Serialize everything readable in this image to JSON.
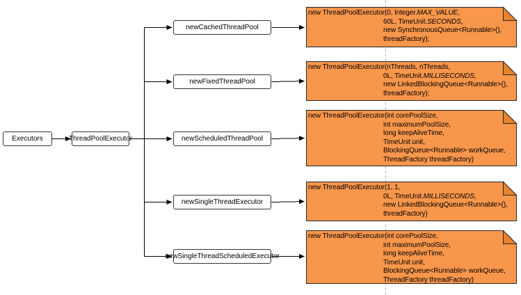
{
  "diagram": {
    "nodes": {
      "root": {
        "label": "Executors"
      },
      "class": {
        "label": "ThreadPoolExecutor"
      },
      "methods": [
        {
          "label": "newCachedThreadPool"
        },
        {
          "label": "newFixedThreadPool"
        },
        {
          "label": "newScheduledThreadPool"
        },
        {
          "label": "newSingleThreadExecutor"
        },
        {
          "label": "newSingleThreadScheduledExecutor"
        }
      ]
    },
    "notes": [
      {
        "lines": [
          [
            "new ThreadPoolExecutor(0, Integer.",
            {
              "t": "MAX_VALUE",
              "i": true
            },
            ","
          ],
          [
            "60L, TimeUnit.",
            {
              "t": "SECONDS",
              "i": true
            },
            ","
          ],
          [
            "new SynchronousQueue<Runnable>(),"
          ],
          [
            "threadFactory);"
          ]
        ]
      },
      {
        "lines": [
          [
            "new ThreadPoolExecutor(nThreads, nThreads,"
          ],
          [
            "0L, TimeUnit.",
            {
              "t": "MILLISECONDS",
              "i": true
            },
            ","
          ],
          [
            "new LinkedBlockingQueue<Runnable>(),"
          ],
          [
            "threadFactory);"
          ]
        ]
      },
      {
        "lines": [
          [
            "new ThreadPoolExecutor(int corePoolSize,"
          ],
          [
            "int maximumPoolSize,"
          ],
          [
            "long keepAliveTime,"
          ],
          [
            "TimeUnit unit,"
          ],
          [
            "BlockingQueue<Runnable> workQueue,"
          ],
          [
            "ThreadFactory threadFactory)"
          ]
        ]
      },
      {
        "lines": [
          [
            "new ThreadPoolExecutor(1, 1,"
          ],
          [
            "0L, TimeUnit.",
            {
              "t": "MILLISECONDS",
              "i": true
            },
            ","
          ],
          [
            "new LinkedBlockingQueue<Runnable>(),"
          ],
          [
            "threadFactory)"
          ]
        ]
      },
      {
        "lines": [
          [
            "new ThreadPoolExecutor(int corePoolSize,"
          ],
          [
            "int maximumPoolSize,"
          ],
          [
            "long keepAliveTime,"
          ],
          [
            "TimeUnit unit,"
          ],
          [
            "BlockingQueue<Runnable> workQueue,"
          ],
          [
            "ThreadFactory threadFactory)"
          ]
        ]
      }
    ],
    "colors": {
      "note_fill": "#F8964B",
      "note_fold": "#E8822D",
      "note_border": "#262626",
      "node_border": "#333333",
      "edge": "#000000",
      "guide": "#B8B8B8",
      "text": "#000000"
    }
  }
}
